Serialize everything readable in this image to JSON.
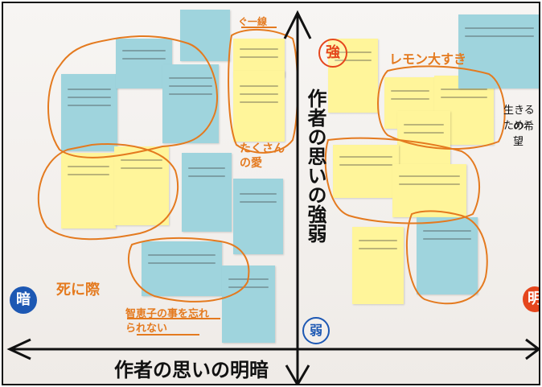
{
  "axis": {
    "vertical_title": "作者の思いの強弱",
    "horizontal_title": "作者の思いの明暗",
    "strong_label": "強",
    "weak_label": "弱",
    "dark_label": "暗",
    "bright_label": "明"
  },
  "orange_labels": {
    "top_center": "ぐ一線",
    "lemon": "レモン大すき",
    "love": "たくさんの愛",
    "death": "死に際",
    "wife": "智恵子の事を忘れられない"
  },
  "side_notes": {
    "right_line1": "生きるため",
    "right_line2": "の希望"
  },
  "colors": {
    "board_bg": "#f4f1ee",
    "yellow_note": "#fff59a",
    "blue_note": "#9fd4dd",
    "orange_ink": "#e47a1f",
    "axis_ink": "#111111",
    "badge_blue": "#1d58b3",
    "badge_red": "#e5461d"
  }
}
